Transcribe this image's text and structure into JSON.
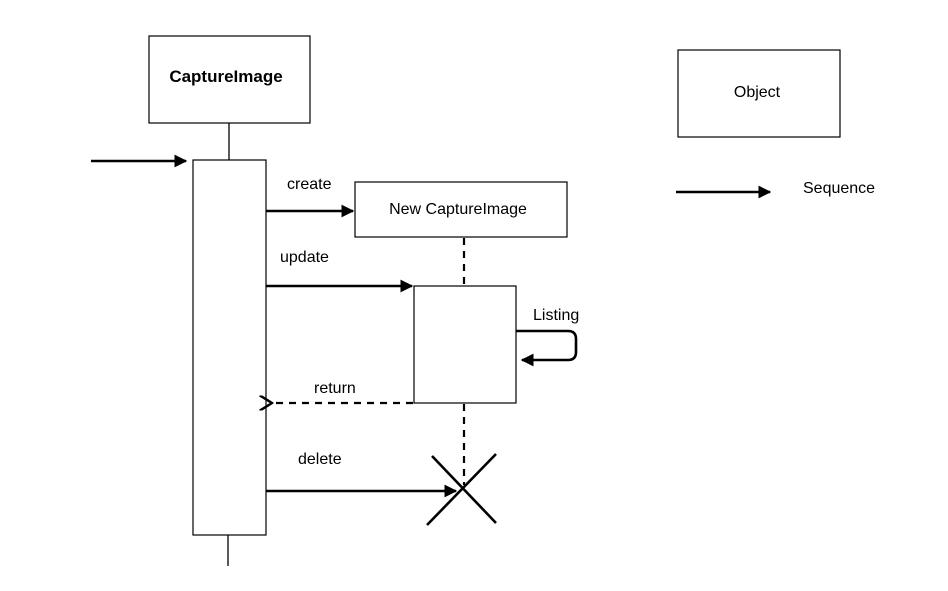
{
  "diagram": {
    "lifeline_object": "CaptureImage",
    "created_object": "New CaptureImage",
    "messages": {
      "create": "create",
      "update": "update",
      "self_call": "Listing",
      "return": "return",
      "delete": "delete"
    },
    "legend": {
      "object": "Object",
      "sequence": "Sequence"
    }
  }
}
